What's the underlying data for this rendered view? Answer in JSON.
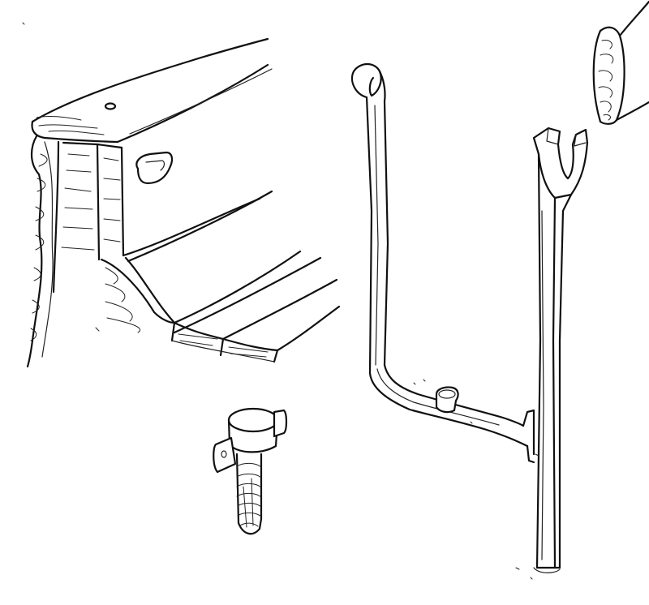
{
  "image": {
    "kind": "pen sketch",
    "colors": {
      "background": "#ffffff",
      "ink": "#111111"
    },
    "subjects": [
      "timber-beam-with-slot",
      "wall-plug-anchor",
      "pivot-hinge-rod",
      "forked-post",
      "cut-log-end"
    ]
  }
}
